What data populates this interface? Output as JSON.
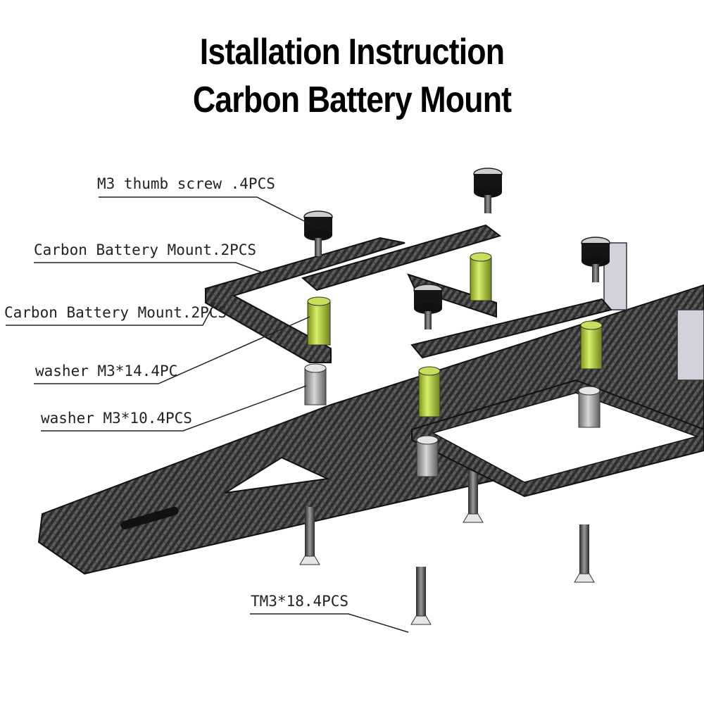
{
  "header": {
    "title_line1": "Istallation Instruction",
    "title_line2": "Carbon Battery Mount"
  },
  "labels": {
    "thumb_screw": "M3 thumb screw .4PCS",
    "battery_mount_a": "Carbon Battery Mount.2PCS",
    "battery_mount_b": "Carbon Battery Mount.2PCS",
    "washer_14": "washer M3*14.4PC",
    "washer_10": "washer M3*10.4PCS",
    "screw_tm3": "TM3*18.4PCS"
  },
  "colors": {
    "carbon_dark": "#2a2a2a",
    "carbon_light": "#6a6a6a",
    "standoff_green": "#a8c23a",
    "standoff_grey": "#9a9a9a",
    "bracket": "#d0cfd8"
  }
}
